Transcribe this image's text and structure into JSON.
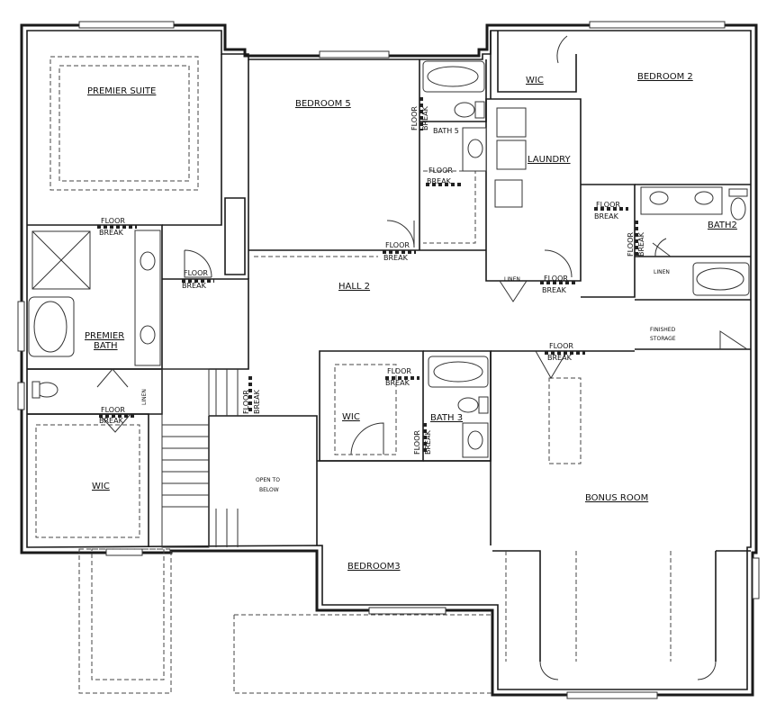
{
  "rooms": {
    "premier_suite": "PREMIER SUITE",
    "bedroom_5": "BEDROOM 5",
    "bedroom_2": "BEDROOM 2",
    "wic_bedroom_2": "WIC",
    "bath_5": "BATH 5",
    "laundry": "LAUNDRY",
    "bath_2": "BATH2",
    "linen_bath_2": "LINEN",
    "hall_2": "HALL 2",
    "premier_bath_line1": "PREMIER",
    "premier_bath_line2": "BATH",
    "finished_storage_line1": "FINISHED",
    "finished_storage_line2": "STORAGE",
    "wic_center": "WIC",
    "bath_3": "BATH 3",
    "wic_premier": "WIC",
    "open_to_below_line1": "OPEN TO",
    "open_to_below_line2": "BELOW",
    "bonus_room": "BONUS ROOM",
    "bedroom_3": "BEDROOM3",
    "linen_laundry": "LINEN",
    "linen_premier": "LINEN"
  },
  "floor_break": {
    "line1": "FLOOR",
    "line2": "BREAK"
  }
}
